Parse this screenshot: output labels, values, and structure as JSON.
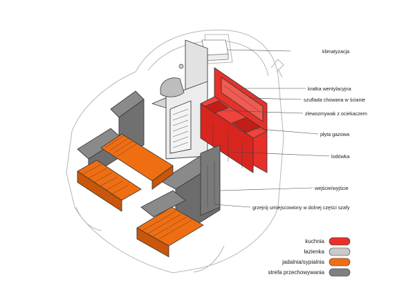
{
  "colors": {
    "kitchen": "#e8302a",
    "bathroom": "#c9c9c9",
    "dining": "#f06e12",
    "storage": "#808080"
  },
  "callouts": [
    {
      "id": "klimatyzacja",
      "text": "klimatyzacja"
    },
    {
      "id": "kratka",
      "text": "kratka wentylacyjna"
    },
    {
      "id": "szuflada",
      "text": "szuflada chowana w ścianie"
    },
    {
      "id": "zlewozmywak",
      "text": "zlewozmywak z ociekaczem"
    },
    {
      "id": "plyta",
      "text": "płyta gazowa"
    },
    {
      "id": "lodowka",
      "text": "lodówka"
    },
    {
      "id": "wejscie",
      "text": "wejście/wyjście"
    },
    {
      "id": "grzejnik",
      "text": "grzejnij umiejscowiony w dolnej części szafy"
    }
  ],
  "legend": [
    {
      "label": "kuchnia",
      "color_key": "kitchen"
    },
    {
      "label": "łazienka",
      "color_key": "bathroom"
    },
    {
      "label": "jadalnia/sypialnia",
      "color_key": "dining"
    },
    {
      "label": "strefa przechowywania",
      "color_key": "storage"
    }
  ]
}
